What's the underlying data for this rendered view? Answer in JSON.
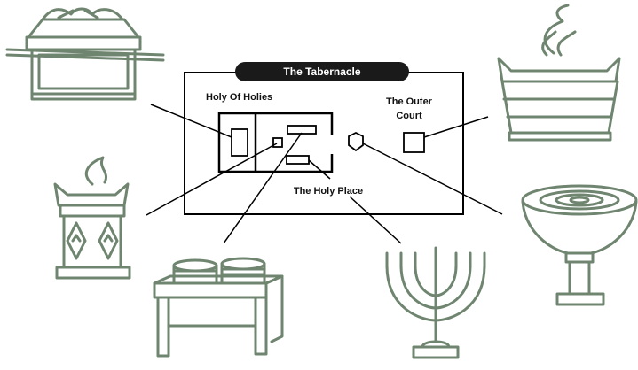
{
  "title": "The Tabernacle",
  "labels": {
    "holy_of_holies": "Holy Of Holies",
    "outer_court_line1": "The Outer",
    "outer_court_line2": "Court",
    "holy_place": "The Holy Place"
  },
  "colors": {
    "furniture": "#6f8570",
    "plan_lines": "#000000",
    "title_bg": "#1a1a1a"
  },
  "furniture_items": [
    "ark-of-the-covenant",
    "altar-of-incense",
    "table-of-showbread",
    "menorah",
    "laver",
    "altar-of-burnt-offering"
  ]
}
